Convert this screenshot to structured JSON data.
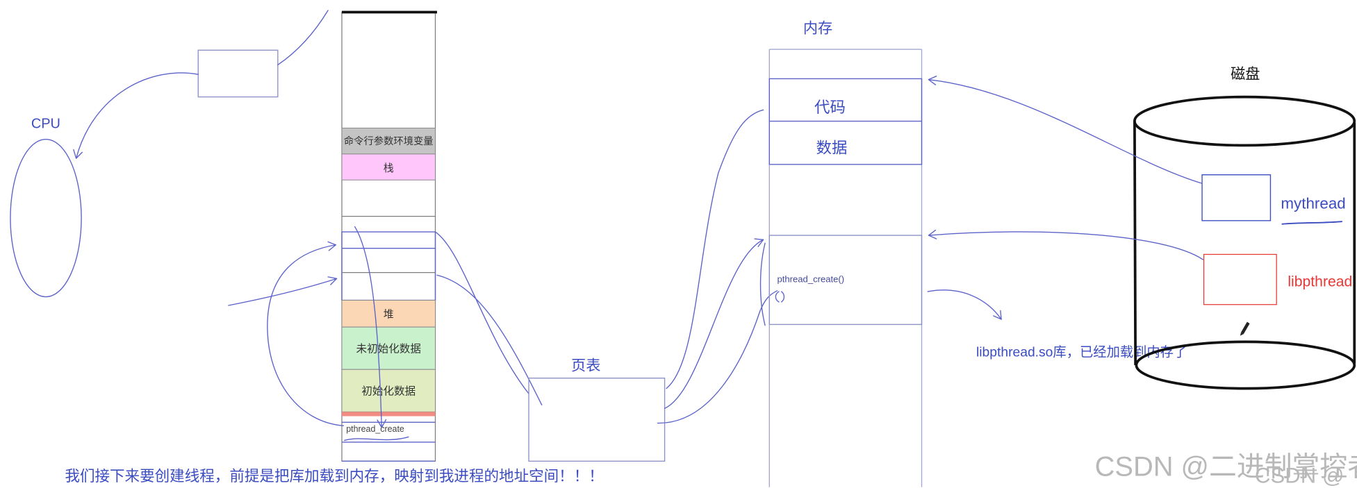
{
  "colors": {
    "ink": "#5c63c9",
    "label_blue": "#3b4cc0",
    "red": "#e53935",
    "disk_ink": "#111111",
    "watermark": "#b8b8b8"
  },
  "cpu": {
    "label": "CPU"
  },
  "address_space": {
    "segments": [
      {
        "label": "命令行参数环境变量",
        "color": "#c4c4c4"
      },
      {
        "label": "栈",
        "color": "#ffc6fb"
      },
      {
        "label": "堆",
        "color": "#fbd7b5"
      },
      {
        "label": "未初始化数据",
        "color": "#c9f1cc"
      },
      {
        "label": "初始化数据",
        "color": "#e1edc1"
      }
    ],
    "function_label": "pthread_create"
  },
  "page_table": {
    "label": "页表"
  },
  "memory": {
    "label": "内存",
    "rows": [
      "代码",
      "数据"
    ],
    "function_label": "pthread_create()"
  },
  "library_note": "libpthread.so库，已经加载到内存了",
  "disk": {
    "label": "磁盘",
    "files": [
      {
        "name": "mythread",
        "color": "#3b4cc0"
      },
      {
        "name": "libpthread",
        "color": "#e53935"
      }
    ]
  },
  "bottom_note": "我们接下来要创建线程，前提是把库加载到内存，映射到我进程的地址空间！！！",
  "watermark": "CSDN @二进制掌控者",
  "watermark_overlap": "CSDN @"
}
